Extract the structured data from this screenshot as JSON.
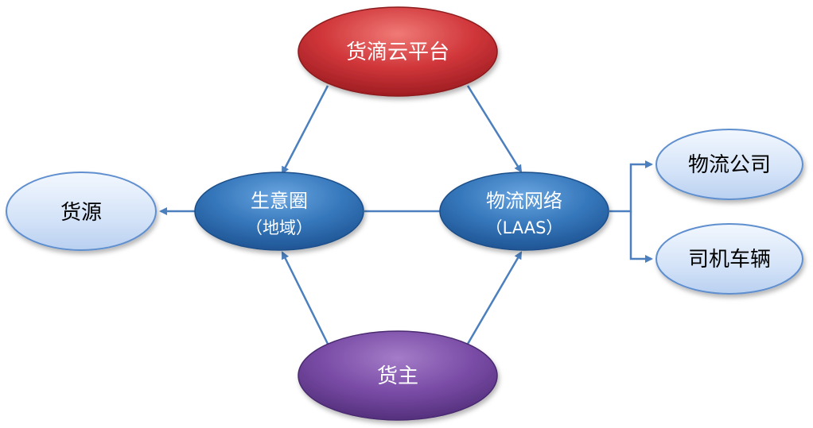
{
  "nodes": {
    "platform": {
      "label": "货滴云平台"
    },
    "business_circle": {
      "line1": "生意圈",
      "line2": "（地域）"
    },
    "logistics_network": {
      "line1": "物流网络",
      "line2": "（LAAS）"
    },
    "cargo_source": {
      "label": "货源"
    },
    "shipper": {
      "label": "货主"
    },
    "logistics_company": {
      "label": "物流公司"
    },
    "driver_vehicle": {
      "label": "司机车辆"
    }
  },
  "colors": {
    "red_node": "#c0262a",
    "blue_node": "#2f6fb0",
    "purple_node": "#6a3f95",
    "light_node": "#d3e2f7",
    "edge": "#4b7fbd"
  }
}
